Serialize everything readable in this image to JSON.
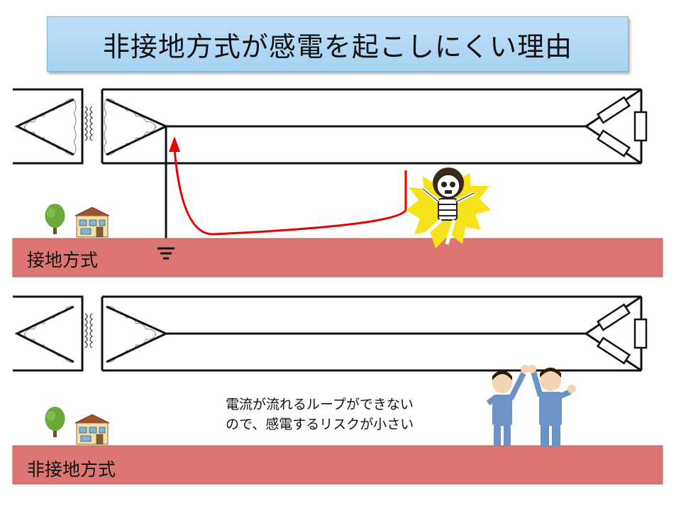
{
  "title": "非接地方式が感電を起こしにくい理由",
  "panels": {
    "top": {
      "label": "接地方式"
    },
    "bottom": {
      "label": "非接地方式"
    }
  },
  "note": {
    "line1": "電流が流れるループができない",
    "line2": "ので、感電するリスクが小さい"
  },
  "colors": {
    "ground": "#dc7672",
    "title_bg": "#b3d9f4",
    "current_arrow": "#e60000",
    "tree": "#6aa83a",
    "shock_burst": "#f5e21a",
    "worker_uniform": "#6b93c6"
  },
  "icons": [
    "transformer-coil-icon",
    "load-resistor-icon",
    "ground-symbol-icon",
    "tree-icon",
    "house-icon",
    "skeleton-shock-icon",
    "worker-icon"
  ]
}
